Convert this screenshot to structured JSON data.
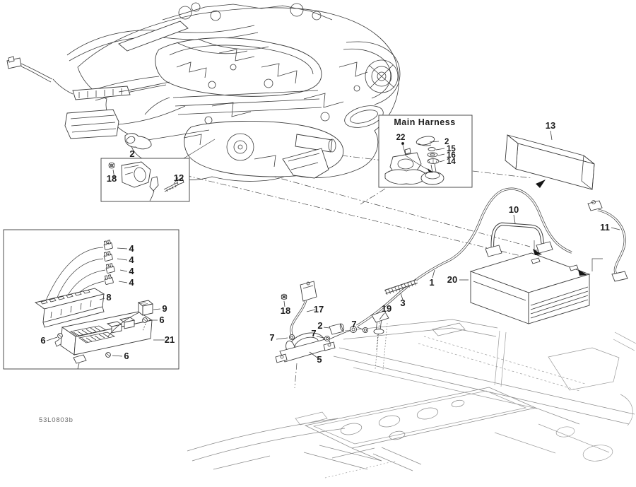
{
  "diagram": {
    "inset_title": "Main Harness",
    "drawing_code": "53L0803b",
    "labels": {
      "n1": "1",
      "n2": "2",
      "n3": "3",
      "n4": "4",
      "n5": "5",
      "n6": "6",
      "n7": "7",
      "n8": "8",
      "n9": "9",
      "n10": "10",
      "n11": "11",
      "n12": "12",
      "n13": "13",
      "n14": "14",
      "n15": "15",
      "n16": "16",
      "n17": "17",
      "n18": "18",
      "n19": "19",
      "n20": "20",
      "n21": "21",
      "n22": "22"
    }
  }
}
